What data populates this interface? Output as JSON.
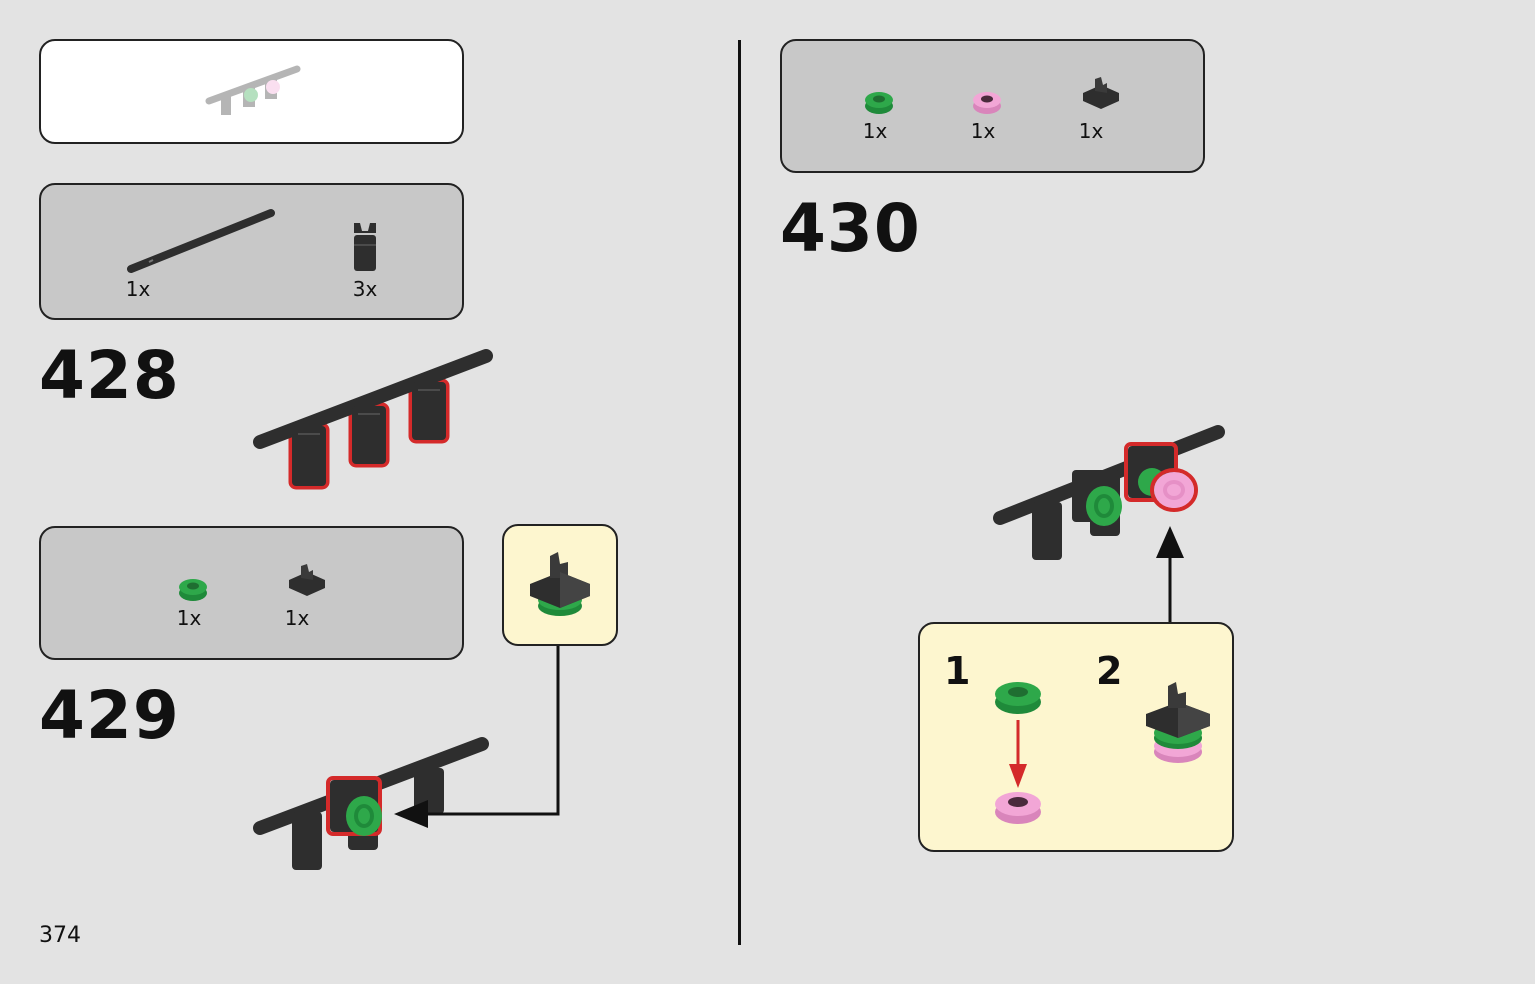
{
  "page": {
    "number": "374"
  },
  "colors": {
    "background": "#e3e3e3",
    "parts_box": "#c8c8c8",
    "callout": "#fdf6cf",
    "part_black": "#2e2e2e",
    "part_green": "#2ea84a",
    "part_pink": "#f2a6d6",
    "highlight_red": "#d42a2a"
  },
  "steps": [
    {
      "number": "428",
      "parts": [
        {
          "icon": "long-axle-icon",
          "qty": "1x"
        },
        {
          "icon": "bar-holder-clip-icon",
          "qty": "3x"
        }
      ]
    },
    {
      "number": "429",
      "parts": [
        {
          "icon": "green-round-plate-icon",
          "qty": "1x"
        },
        {
          "icon": "clip-tile-icon",
          "qty": "1x"
        }
      ]
    },
    {
      "number": "430",
      "parts": [
        {
          "icon": "green-round-plate-icon",
          "qty": "1x"
        },
        {
          "icon": "pink-round-plate-icon",
          "qty": "1x"
        },
        {
          "icon": "clip-tile-icon",
          "qty": "1x"
        }
      ],
      "substeps": [
        "1",
        "2"
      ]
    }
  ]
}
